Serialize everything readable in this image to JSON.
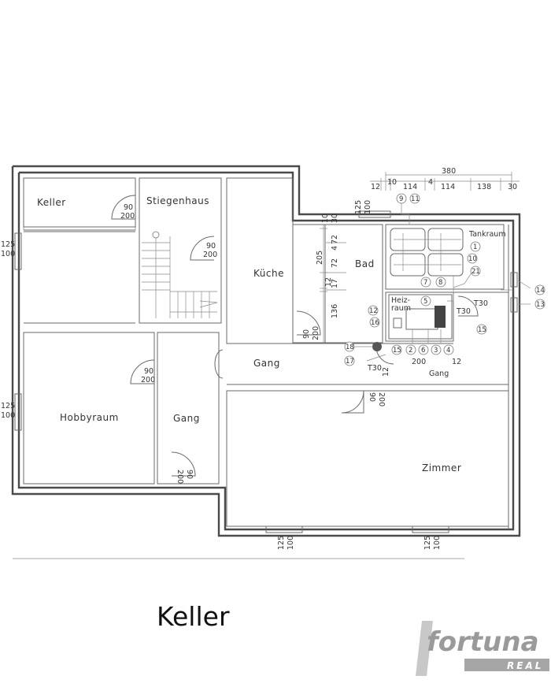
{
  "caption": "Keller",
  "logo": {
    "brand": "fortuna",
    "sub": "REAL"
  },
  "rooms": {
    "keller": "Keller",
    "stiegenhaus": "Stiegenhaus",
    "kueche": "Küche",
    "bad": "Bad",
    "tankraum": "Tankraum",
    "heizraum_line1": "Heiz-",
    "heizraum_line2": "raum",
    "hobbyraum": "Hobbyraum",
    "gang_left": "Gang",
    "gang_mid": "Gang",
    "gang_right": "Gang",
    "zimmer": "Zimmer"
  },
  "dimensions": {
    "top_total": "380",
    "top_segments": [
      "12",
      "10",
      "114",
      "4",
      "114",
      "138",
      "30"
    ],
    "window_125": "125",
    "window_100": "100",
    "door_90": "90",
    "door_200": "200",
    "bad_vertical": [
      "205",
      "72",
      "4",
      "72",
      "12",
      "17",
      "136"
    ],
    "gang_200": "200",
    "gang_12": "12",
    "t30": "T30",
    "small_30": "30",
    "small_10": "10"
  },
  "legend_numbers": [
    "1",
    "2",
    "3",
    "4",
    "5",
    "6",
    "7",
    "8",
    "9",
    "10",
    "11",
    "12",
    "13",
    "14",
    "15",
    "16",
    "17",
    "18",
    "21"
  ],
  "colors": {
    "line": "#4a4a4a",
    "logo": "#9a9a9a"
  }
}
